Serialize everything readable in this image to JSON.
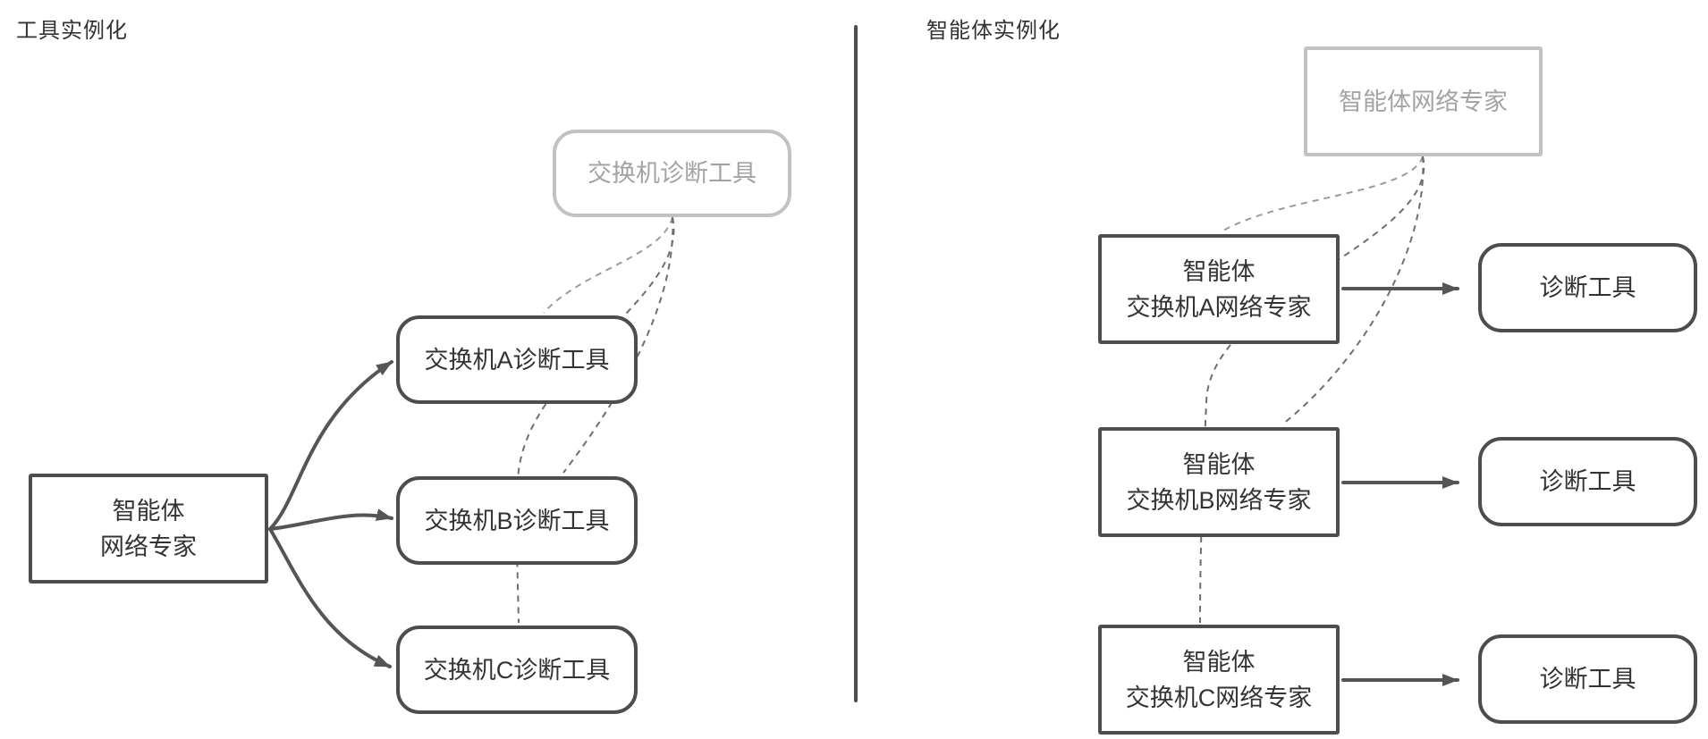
{
  "left_panel": {
    "title": "工具实例化",
    "template_tool": {
      "label": "交换机诊断工具"
    },
    "agent": {
      "line1": "智能体",
      "line2": "网络专家"
    },
    "tools": [
      {
        "label": "交换机A诊断工具"
      },
      {
        "label": "交换机B诊断工具"
      },
      {
        "label": "交换机C诊断工具"
      }
    ]
  },
  "right_panel": {
    "title": "智能体实例化",
    "template_agent": {
      "label": "智能体网络专家"
    },
    "rows": [
      {
        "agent_line1": "智能体",
        "agent_line2": "交换机A网络专家",
        "tool_label": "诊断工具"
      },
      {
        "agent_line1": "智能体",
        "agent_line2": "交换机B网络专家",
        "tool_label": "诊断工具"
      },
      {
        "agent_line1": "智能体",
        "agent_line2": "交换机C网络专家",
        "tool_label": "诊断工具"
      }
    ]
  },
  "colors": {
    "node_border": "#4d4d4d",
    "node_text": "#333333",
    "faded_border": "#c2c2c2",
    "faded_text": "#a3a3a3",
    "solid_connector": "#555555",
    "dashed_dark": "#6e6e6e",
    "dashed_light": "#9b9b9b",
    "background": "#ffffff"
  }
}
